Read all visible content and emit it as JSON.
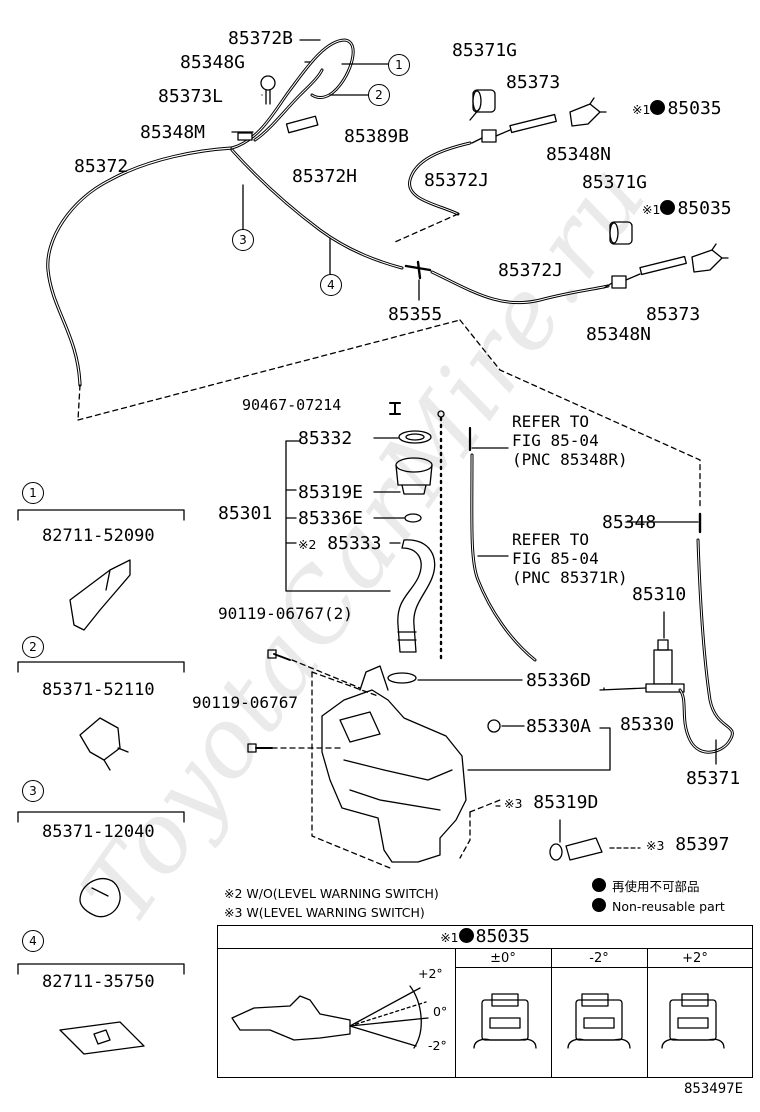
{
  "diagram": {
    "labels": {
      "p85372B": "85372B",
      "p85348G": "85348G",
      "p85373L": "85373L",
      "p85348M": "85348M",
      "p85389B": "85389B",
      "p85372": "85372",
      "p85372H": "85372H",
      "p85371G_a": "85371G",
      "p85373_a": "85373",
      "p85035_a": "85035",
      "p85348N_a": "85348N",
      "p85372J_a": "85372J",
      "p85371G_b": "85371G",
      "p85035_b": "85035",
      "p85372J_b": "85372J",
      "p85355": "85355",
      "p85373_b": "85373",
      "p85348N_b": "85348N",
      "p90467": "90467-07214",
      "p85332": "85332",
      "p85319E": "85319E",
      "p85301": "85301",
      "p85336E": "85336E",
      "p85333": "85333",
      "p90119a": "90119-06767(2)",
      "p90119b": "90119-06767",
      "p85336D": "85336D",
      "p85330A": "85330A",
      "p85330": "85330",
      "p85348": "85348",
      "p85310": "85310",
      "p85371": "85371",
      "p85319D": "85319D",
      "p85397": "85397",
      "refer1_l1": "REFER TO",
      "refer1_l2": "FIG 85-04",
      "refer1_l3": "(PNC 85348R)",
      "refer2_l1": "REFER TO",
      "refer2_l2": "FIG 85-04",
      "refer2_l3": "(PNC 85371R)"
    },
    "marks": {
      "note1": "※1",
      "note2": "※2",
      "note3": "※3"
    },
    "callouts": [
      "1",
      "2",
      "3",
      "4"
    ],
    "callout_parts": [
      {
        "num": "1",
        "part": "82711-52090"
      },
      {
        "num": "2",
        "part": "85371-52110"
      },
      {
        "num": "3",
        "part": "85371-12040"
      },
      {
        "num": "4",
        "part": "82711-35750"
      }
    ],
    "notes": {
      "n2": "※2 W/O(LEVEL WARNING SWITCH)",
      "n3": "※3 W(LEVEL WARNING SWITCH)",
      "legend_jp": "再使用不可部品",
      "legend_en": "Non-reusable part"
    },
    "table": {
      "title_mark": "※1",
      "title_part": "85035",
      "cols": [
        "±0°",
        "-2°",
        "+2°"
      ],
      "angles": [
        "+2°",
        "0°",
        "-2°"
      ]
    },
    "figure_id": "853497E",
    "watermark": "ToyotaCarMire.ru"
  }
}
